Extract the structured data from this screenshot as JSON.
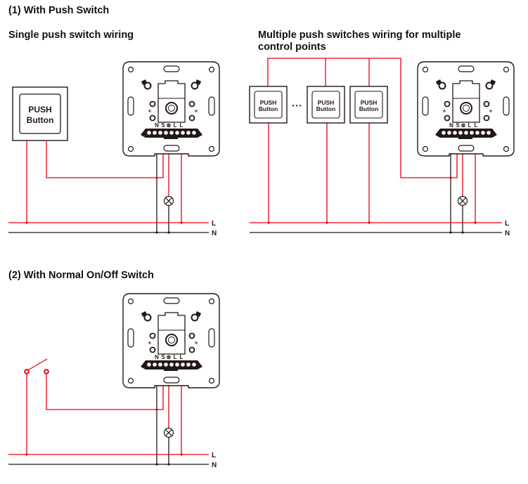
{
  "section1": {
    "title": "(1) With Push Switch",
    "single": {
      "title": "Single push switch wiring"
    },
    "multiple": {
      "title_line1": "Multiple push switches wiring for multiple",
      "title_line2": "control points"
    }
  },
  "section2": {
    "title": "(2) With Normal On/Off Switch"
  },
  "push_button": {
    "line1": "PUSH",
    "line2": "Button"
  },
  "ellipsis": "• • •",
  "terminals": [
    "N",
    "S",
    "⊗",
    "L",
    "L"
  ],
  "lines": {
    "live": "L",
    "neutral": "N"
  },
  "colors": {
    "live_wire": "#e60012",
    "neutral_wire": "#231815"
  }
}
